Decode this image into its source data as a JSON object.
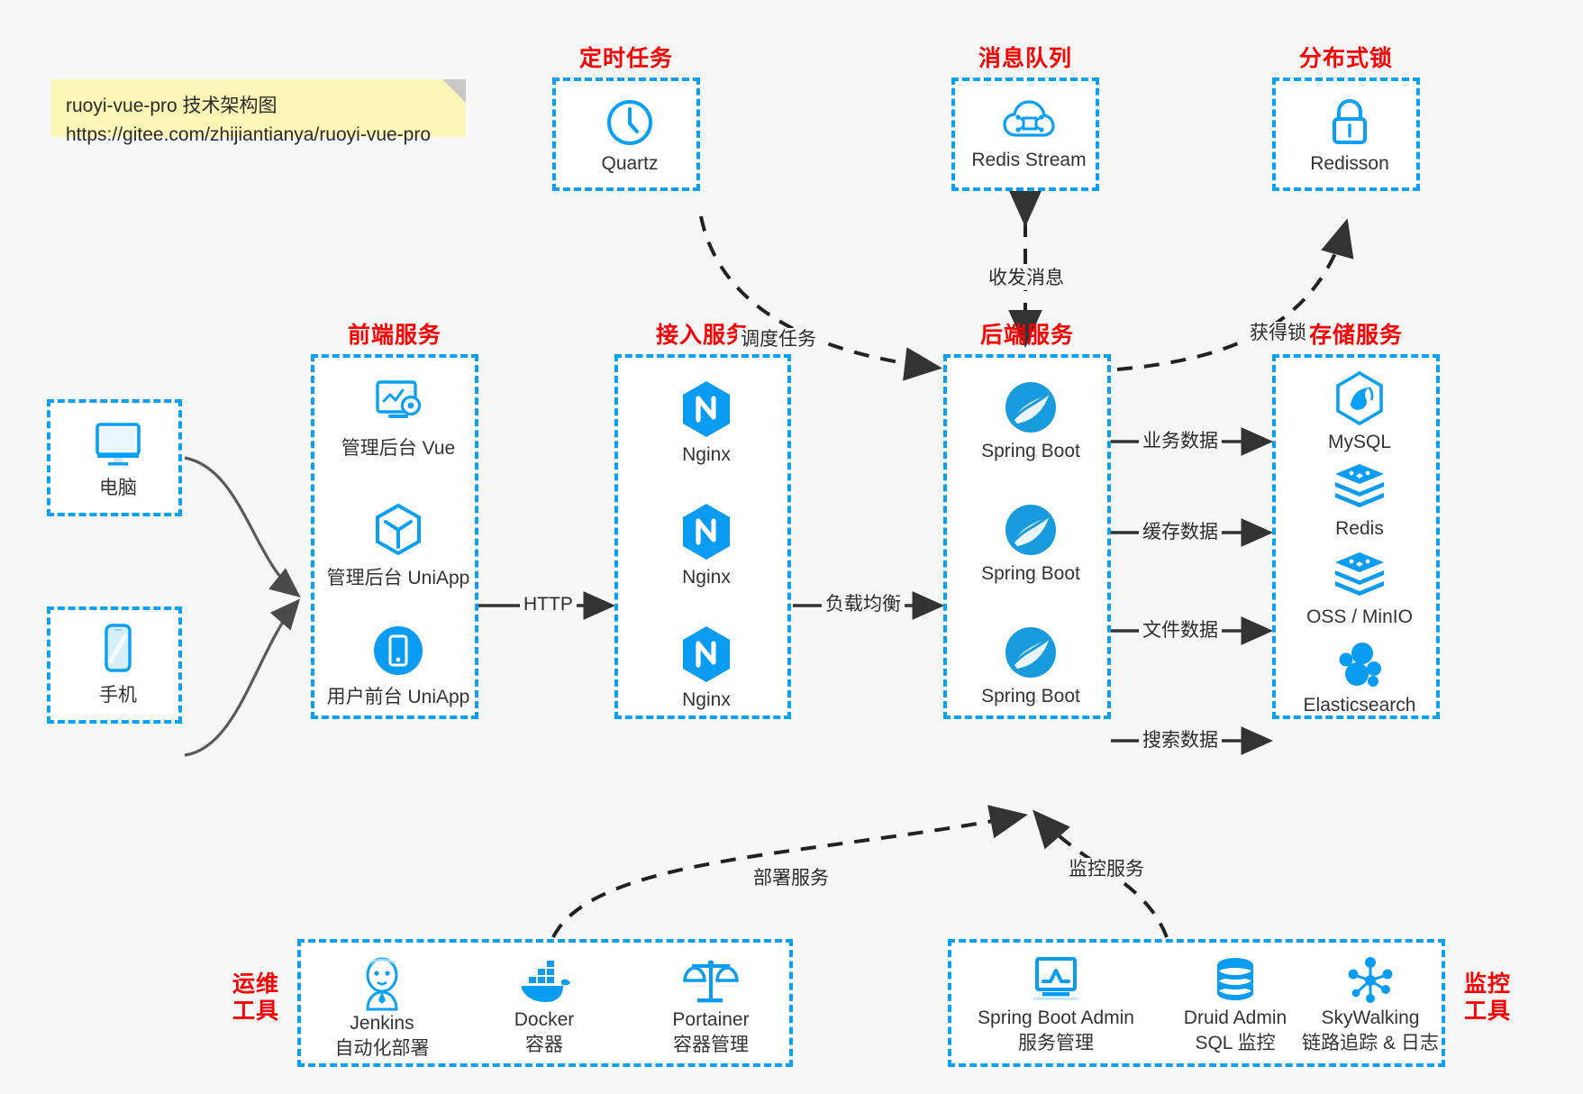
{
  "colors": {
    "accent_blue": "#0aa0f5",
    "group_title_red": "#ff0000",
    "note_yellow": "#fcf6b6",
    "edge_dark": "#333333",
    "background": "#f7f7f7"
  },
  "note": {
    "line1": "ruoyi-vue-pro 技术架构图",
    "line2": "https://gitee.com/zhijiantianya/ruoyi-vue-pro"
  },
  "groups": {
    "scheduled": {
      "title": "定时任务"
    },
    "mq": {
      "title": "消息队列"
    },
    "lock": {
      "title": "分布式锁"
    },
    "frontend": {
      "title": "前端服务"
    },
    "gateway": {
      "title": "接入服务"
    },
    "backend": {
      "title": "后端服务"
    },
    "storage": {
      "title": "存储服务"
    },
    "devops": {
      "title": "运维\n工具",
      "title_l1": "运维",
      "title_l2": "工具"
    },
    "monitor": {
      "title": "监控\n工具",
      "title_l1": "监控",
      "title_l2": "工具"
    }
  },
  "nodes": {
    "quartz": {
      "label": "Quartz",
      "icon": "clock-icon"
    },
    "redis_stream": {
      "label": "Redis Stream",
      "icon": "cloud-stream-icon"
    },
    "redisson": {
      "label": "Redisson",
      "icon": "lock-icon"
    },
    "pc": {
      "label": "电脑",
      "icon": "desktop-monitor-icon"
    },
    "mobile": {
      "label": "手机",
      "icon": "smartphone-icon"
    },
    "admin_vue": {
      "label": "管理后台 Vue",
      "icon": "dashboard-gear-icon"
    },
    "admin_uniapp": {
      "label": "管理后台 UniApp",
      "icon": "cube-icon"
    },
    "user_uniapp": {
      "label": "用户前台 UniApp",
      "icon": "mobile-circle-icon"
    },
    "nginx1": {
      "label": "Nginx",
      "icon": "nginx-hexagon-icon"
    },
    "nginx2": {
      "label": "Nginx",
      "icon": "nginx-hexagon-icon"
    },
    "nginx3": {
      "label": "Nginx",
      "icon": "nginx-hexagon-icon"
    },
    "springboot1": {
      "label": "Spring Boot",
      "icon": "spring-leaf-icon"
    },
    "springboot2": {
      "label": "Spring Boot",
      "icon": "spring-leaf-icon"
    },
    "springboot3": {
      "label": "Spring Boot",
      "icon": "spring-leaf-icon"
    },
    "mysql": {
      "label": "MySQL",
      "icon": "mysql-dolphin-icon"
    },
    "redis": {
      "label": "Redis",
      "icon": "redis-stack-icon"
    },
    "oss": {
      "label": "OSS / MinIO",
      "icon": "storage-stack-icon"
    },
    "elasticsearch": {
      "label": "Elasticsearch",
      "icon": "elasticsearch-cluster-icon"
    },
    "jenkins": {
      "label": "Jenkins",
      "sublabel": "自动化部署",
      "icon": "jenkins-butler-icon"
    },
    "docker": {
      "label": "Docker",
      "sublabel": "容器",
      "icon": "docker-whale-icon"
    },
    "portainer": {
      "label": "Portainer",
      "sublabel": "容器管理",
      "icon": "scales-icon"
    },
    "sba": {
      "label": "Spring Boot Admin",
      "sublabel": "服务管理",
      "icon": "monitor-chart-icon"
    },
    "druid": {
      "label": "Druid Admin",
      "sublabel": "SQL 监控",
      "icon": "database-icon"
    },
    "skywalking": {
      "label": "SkyWalking",
      "sublabel": "链路追踪 & 日志",
      "icon": "network-nodes-icon"
    }
  },
  "edges": {
    "http": "HTTP",
    "load_balance": "负载均衡",
    "schedule_task": "调度任务",
    "send_receive_msg": "收发消息",
    "acquire_lock": "获得锁",
    "business_data": "业务数据",
    "cache_data": "缓存数据",
    "file_data": "文件数据",
    "search_data": "搜索数据",
    "deploy_service": "部署服务",
    "monitor_service": "监控服务"
  }
}
